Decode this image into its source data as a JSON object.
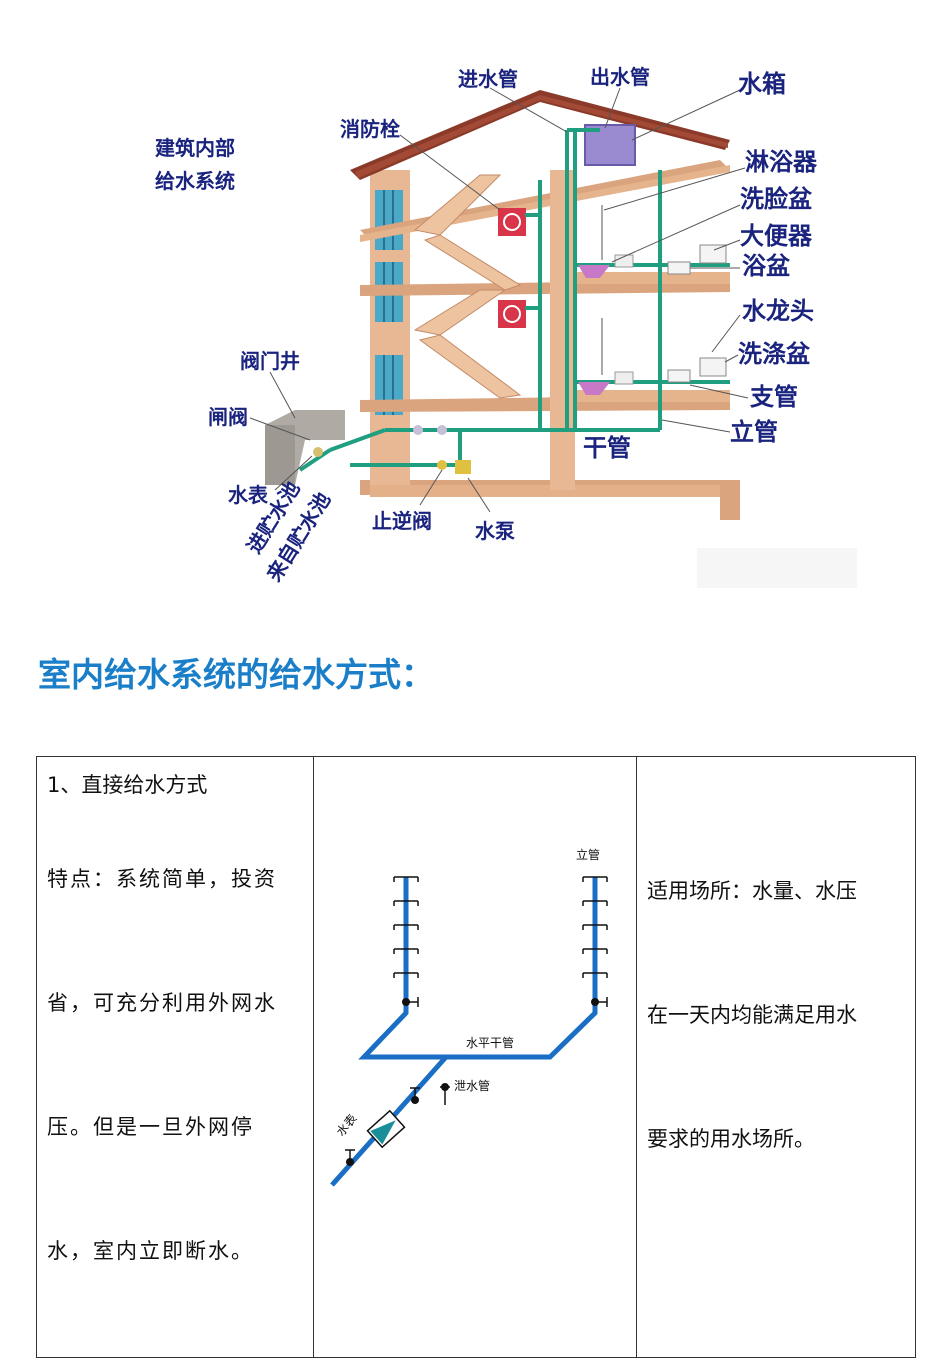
{
  "figure": {
    "title_line1": "建筑内部",
    "title_line2": "给水系统",
    "labels": {
      "inlet_pipe": "进水管",
      "outlet_pipe": "出水管",
      "water_tank": "水箱",
      "hydrant": "消防栓",
      "shower": "淋浴器",
      "washbasin": "洗脸盆",
      "toilet": "大便器",
      "bathtub": "浴盆",
      "faucet": "水龙头",
      "sink": "洗涤盆",
      "branch_pipe": "支管",
      "riser": "立管",
      "main_pipe": "干管",
      "valve_well": "阀门井",
      "gate_valve": "闸阀",
      "water_meter": "水表",
      "to_pool": "进贮水池",
      "from_pool": "来自贮水池",
      "check_valve": "止逆阀",
      "pump": "水泵"
    }
  },
  "heading": "室内给水系统的给水方式：",
  "table": {
    "col1": {
      "title": "1、直接给水方式",
      "lines": [
        "特点：系统简单，投资",
        "省，可充分利用外网水",
        "压。但是一旦外网停",
        "水，室内立即断水。"
      ]
    },
    "schematic": {
      "riser_label": "立管",
      "main_label": "水平干管",
      "drain_label": "泄水管",
      "meter_label": "水表"
    },
    "col3": {
      "lines": [
        "适用场所：水量、水压",
        "在一天内均能满足用水",
        "要求的用水场所。"
      ]
    }
  },
  "colors": {
    "heading": "#1a7fc8",
    "pipe_blue": "#1a6fc4",
    "pipe_green": "#1f9e80",
    "roof": "#8b3a2a",
    "wall": "#e8b894",
    "label_navy": "#1a237e"
  }
}
